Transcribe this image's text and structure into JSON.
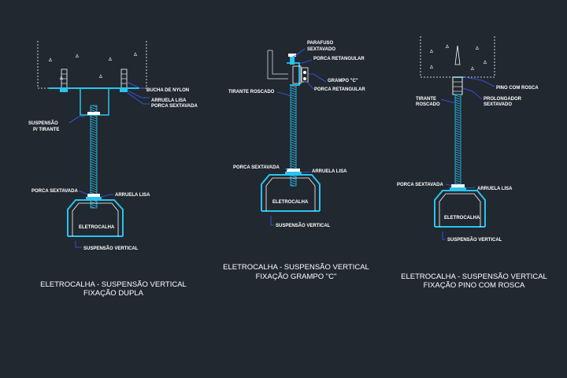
{
  "colors": {
    "background": "#212830",
    "rod": "#29c4ee",
    "tray": "#29c4ee",
    "leader": "#3a5cff",
    "text": "#ffffff"
  },
  "details": [
    {
      "title_line1": "ELETROCALHA - SUSPENSÃO VERTICAL",
      "title_line2": "FIXAÇÃO DUPLA",
      "labels": {
        "bucha": "BUCHA DE NYLON",
        "arruela_top": "ARRUELA LISA",
        "porca_top": "PORCA SEXTAVADA",
        "suspensao_1": "SUSPENSÃO",
        "suspensao_2": "P/ TIRANTE",
        "porca": "PORCA SEXTAVADA",
        "arruela": "ARRUELA LISA",
        "eletrocalha": "ELETROCALHA",
        "suspensao_vertical": "SUSPENSÃO VERTICAL"
      }
    },
    {
      "title_line1": "ELETROCALHA - SUSPENSÃO VERTICAL",
      "title_line2": "FIXAÇÃO GRAMPO \"C\"",
      "labels": {
        "parafuso_1": "PARAFUSO",
        "parafuso_2": "SEXTAVADO",
        "porca_ret_1": "PORCA RETANGULAR",
        "grampo": "GRAMPO \"C\"",
        "porca_ret_2": "PORCA RETANGULAR",
        "tirante": "TIRANTE ROSCADO",
        "porca": "PORCA SEXTAVADA",
        "arruela": "ARRUELA LISA",
        "eletrocalha": "ELETROCALHA",
        "suspensao_vertical": "SUSPENSÃO VERTICAL"
      }
    },
    {
      "title_line1": "ELETROCALHA - SUSPENSÃO VERTICAL",
      "title_line2": "FIXAÇÃO PINO COM ROSCA",
      "labels": {
        "pino": "PINO COM ROSCA",
        "tirante_1": "TIRANTE",
        "tirante_2": "ROSCADO",
        "prolongador_1": "PROLONGADOR",
        "prolongador_2": "SEXTAVADO",
        "porca": "PORCA SEXTAVADA",
        "arruela": "ARRUELA LISA",
        "eletrocalha": "ELETROCALHA",
        "suspensao_vertical": "SUSPENSÃO VERTICAL"
      }
    }
  ]
}
